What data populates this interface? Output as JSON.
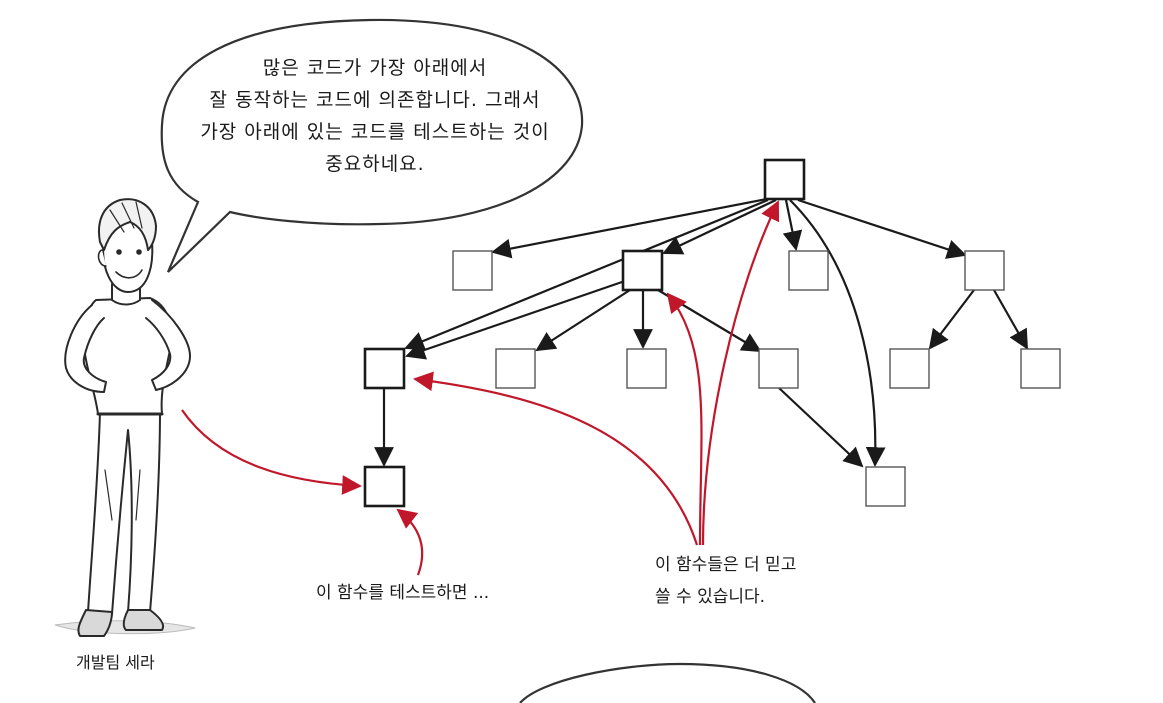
{
  "speech_bubble": {
    "lines": [
      "많은 코드가 가장 아래에서",
      "잘 동작하는 코드에 의존합니다. 그래서",
      "가장 아래에 있는 코드를 테스트하는 것이",
      "중요하네요."
    ]
  },
  "callouts": {
    "test_this_function": "이 함수를 테스트하면 ...",
    "trust_line1": "이 함수들은 더 믿고",
    "trust_line2": "쓸 수 있습니다."
  },
  "character": {
    "name": "개발팀 세라"
  },
  "colors": {
    "node_border": "#1a1a1a",
    "arrow": "#1a1a1a",
    "annotation_arrow": "#c0182a"
  }
}
